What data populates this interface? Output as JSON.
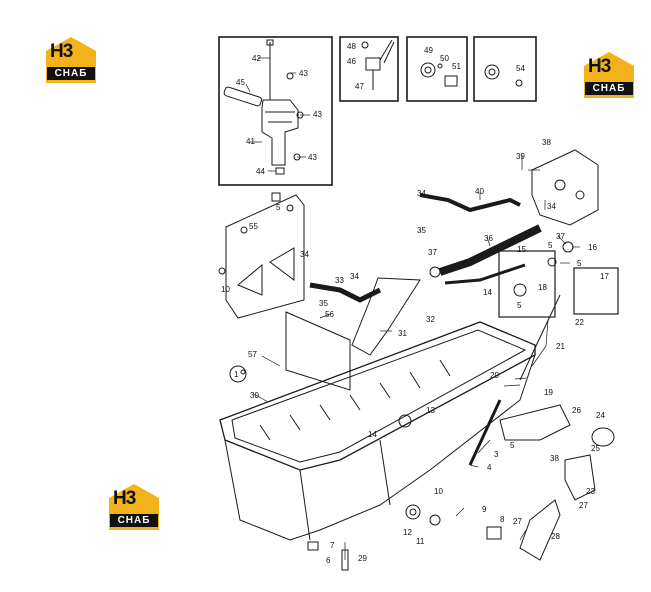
{
  "logos": [
    {
      "monogram": "H3",
      "wordmark": "СНАБ"
    },
    {
      "monogram": "H3",
      "wordmark": "СНАБ"
    },
    {
      "monogram": "H3",
      "wordmark": "СНАБ"
    }
  ],
  "callouts": {
    "p1": "1",
    "p3": "3",
    "p4": "4",
    "p5a": "5",
    "p5b": "5",
    "p5c": "5",
    "p5d": "5",
    "p5e": "5",
    "p6": "6",
    "p7": "7",
    "p8": "8",
    "p9": "9",
    "p10a": "10",
    "p10b": "10",
    "p11": "11",
    "p12": "12",
    "p13": "13",
    "p14a": "14",
    "p14b": "14",
    "p15": "15",
    "p16": "16",
    "p17": "17",
    "p18": "18",
    "p19": "19",
    "p20": "20",
    "p21": "21",
    "p22": "22",
    "p23": "23",
    "p24": "24",
    "p25": "25",
    "p26": "26",
    "p27a": "27",
    "p27b": "27",
    "p28": "28",
    "p29": "29",
    "p30": "30",
    "p31": "31",
    "p32": "32",
    "p33": "33",
    "p34a": "34",
    "p34b": "34",
    "p34c": "34",
    "p34d": "34",
    "p35a": "35",
    "p35b": "35",
    "p36": "36",
    "p37a": "37",
    "p37b": "37",
    "p38a": "38",
    "p38b": "38",
    "p39": "39",
    "p40": "40",
    "p41": "41",
    "p42": "42",
    "p43a": "43",
    "p43b": "43",
    "p43c": "43",
    "p44": "44",
    "p45": "45",
    "p46": "46",
    "p47": "47",
    "p48": "48",
    "p49": "49",
    "p50": "50",
    "p51": "51",
    "p54": "54",
    "p55": "55",
    "p56": "56",
    "p57": "57"
  },
  "colors": {
    "line": "#1a1a1a",
    "logo_gold": "#f3b21a",
    "logo_dark": "#111111"
  }
}
